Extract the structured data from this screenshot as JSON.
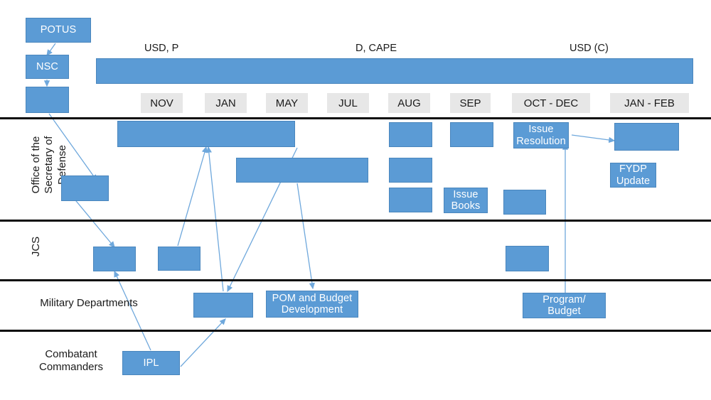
{
  "colors": {
    "accent_blue": "#5B9BD5",
    "month_chip_gray": "#E7E7E7",
    "divider_black": "#0A0A0A",
    "arrow_blue": "#6FA8DC",
    "text_dark": "#1A1A1A",
    "text_light": "#FFFFFF"
  },
  "top_chain": {
    "potus": "POTUS",
    "nsc": "NSC",
    "unlabeled": ""
  },
  "header": {
    "owners": [
      {
        "label": "USD, P"
      },
      {
        "label": "D, CAPE"
      },
      {
        "label": "USD (C)"
      }
    ],
    "timeline_band": ""
  },
  "months": [
    {
      "label": "NOV"
    },
    {
      "label": "JAN"
    },
    {
      "label": "MAY"
    },
    {
      "label": "JUL"
    },
    {
      "label": "AUG"
    },
    {
      "label": "SEP"
    },
    {
      "label": "OCT - DEC"
    },
    {
      "label": "JAN - FEB"
    }
  ],
  "swimlanes": [
    {
      "name": "osd",
      "label": "Office of the\nSecretary of\nDefense"
    },
    {
      "name": "jcs",
      "label": "JCS"
    },
    {
      "name": "military-departments",
      "label": "Military Departments"
    },
    {
      "name": "combatant-commanders",
      "label": "Combatant\nCommanders"
    }
  ],
  "osd_boxes": [
    {
      "label": ""
    },
    {
      "label": ""
    },
    {
      "label": ""
    },
    {
      "label": ""
    },
    {
      "label": ""
    },
    {
      "label": ""
    },
    {
      "label": "Issue\nResolution"
    },
    {
      "label": ""
    },
    {
      "label": "Issue\nBooks"
    },
    {
      "label": ""
    },
    {
      "label": "FYDP\nUpdate"
    }
  ],
  "jcs_boxes": [
    {
      "label": ""
    },
    {
      "label": ""
    },
    {
      "label": ""
    }
  ],
  "mildep_boxes": [
    {
      "label": ""
    },
    {
      "label": "POM and Budget\nDevelopment"
    },
    {
      "label": "Program/\nBudget"
    }
  ],
  "ccmd_boxes": [
    {
      "label": "IPL"
    }
  ]
}
